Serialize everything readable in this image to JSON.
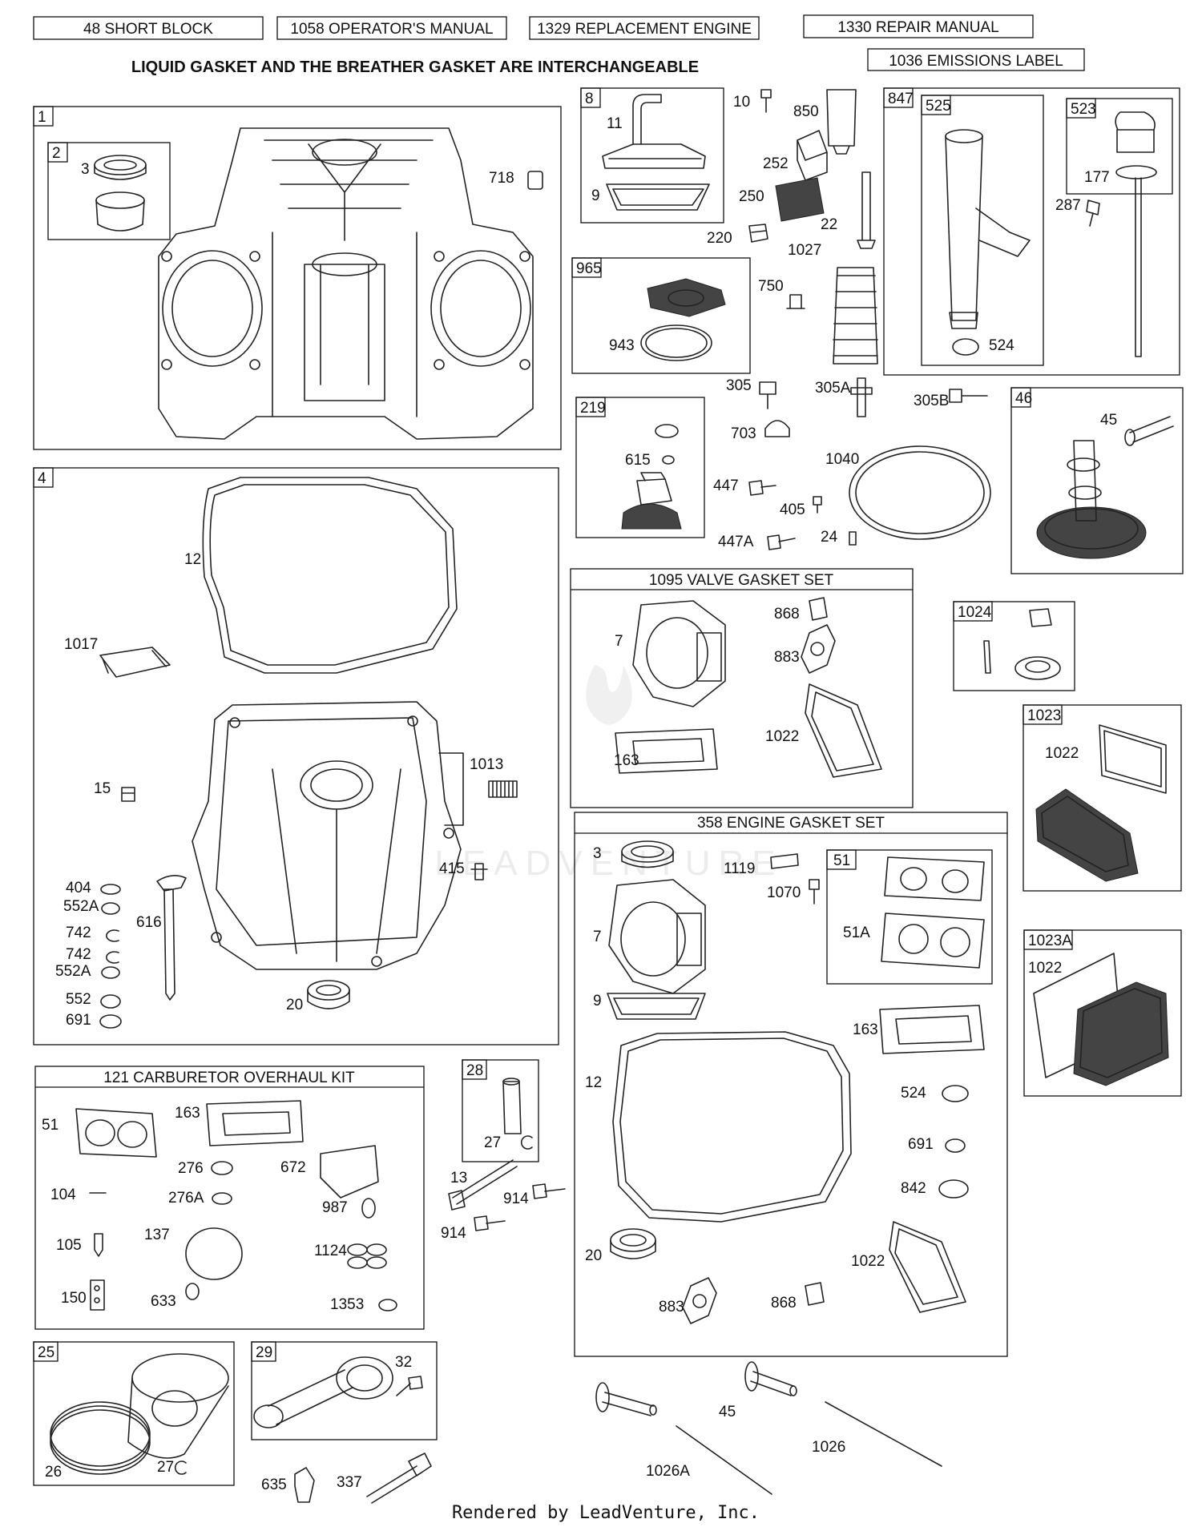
{
  "header_links": [
    {
      "id": "hl1",
      "text": "48 SHORT BLOCK"
    },
    {
      "id": "hl2",
      "text": "1058 OPERATOR'S MANUAL"
    },
    {
      "id": "hl3",
      "text": "1329 REPLACEMENT ENGINE"
    },
    {
      "id": "hl4",
      "text": "1330 REPAIR MANUAL"
    },
    {
      "id": "hl5",
      "text": "1036 EMISSIONS LABEL"
    }
  ],
  "notice": "LIQUID GASKET AND THE BREATHER GASKET ARE INTERCHANGEABLE",
  "group_titles": {
    "g1095": "1095 VALVE GASKET SET",
    "g358": "358 ENGINE GASKET SET",
    "g121": "121 CARBURETOR OVERHAUL KIT"
  },
  "box_tags": {
    "t1": "1",
    "t2": "2",
    "t4": "4",
    "t8": "8",
    "t965": "965",
    "t847": "847",
    "t525": "525",
    "t523": "523",
    "t219": "219",
    "t46": "46",
    "t1024": "1024",
    "t1023": "1023",
    "t51": "51",
    "t1023a": "1023A",
    "t28": "28",
    "t25": "25",
    "t29": "29"
  },
  "callouts": {
    "c3a": "3",
    "c718": "718",
    "c12a": "12",
    "c1017": "1017",
    "c1013": "1013",
    "c15": "15",
    "c415": "415",
    "c404": "404",
    "c552a1": "552A",
    "c742a": "742",
    "c742b": "742",
    "c552a2": "552A",
    "c552": "552",
    "c691a": "691",
    "c616": "616",
    "c20a": "20",
    "c11": "11",
    "c9a": "9",
    "c10": "10",
    "c850": "850",
    "c252": "252",
    "c250": "250",
    "c22": "22",
    "c220": "220",
    "c1027": "1027",
    "c943": "943",
    "c750": "750",
    "c524a": "524",
    "c177": "177",
    "c287": "287",
    "c305": "305",
    "c305a": "305A",
    "c305b": "305B",
    "c703": "703",
    "c1040": "1040",
    "c615": "615",
    "c447": "447",
    "c405": "405",
    "c447a": "447A",
    "c24": "24",
    "c45a": "45",
    "c7a": "7",
    "c868a": "868",
    "c883a": "883",
    "c163a": "163",
    "c1022a": "1022",
    "c1022b": "1022",
    "c1022c": "1022",
    "c3b": "3",
    "c1119": "1119",
    "c1070": "1070",
    "c7b": "7",
    "c51a": "51A",
    "c9b": "9",
    "c163b": "163",
    "c12b": "12",
    "c524b": "524",
    "c691b": "691",
    "c842": "842",
    "c20b": "20",
    "c1022d": "1022",
    "c883b": "883",
    "c868b": "868",
    "c51": "51",
    "c163c": "163",
    "c276": "276",
    "c672": "672",
    "c104": "104",
    "c276a": "276A",
    "c987": "987",
    "c105": "105",
    "c137": "137",
    "c1124": "1124",
    "c150": "150",
    "c633": "633",
    "c1353": "1353",
    "c27a": "27",
    "c13": "13",
    "c914a": "914",
    "c914b": "914",
    "c26": "26",
    "c27b": "27",
    "c32": "32",
    "c635": "635",
    "c337": "337",
    "c45b": "45",
    "c1026a": "1026A",
    "c1026": "1026"
  },
  "watermark": "LEADVENTURE",
  "footer": "Rendered by LeadVenture, Inc."
}
